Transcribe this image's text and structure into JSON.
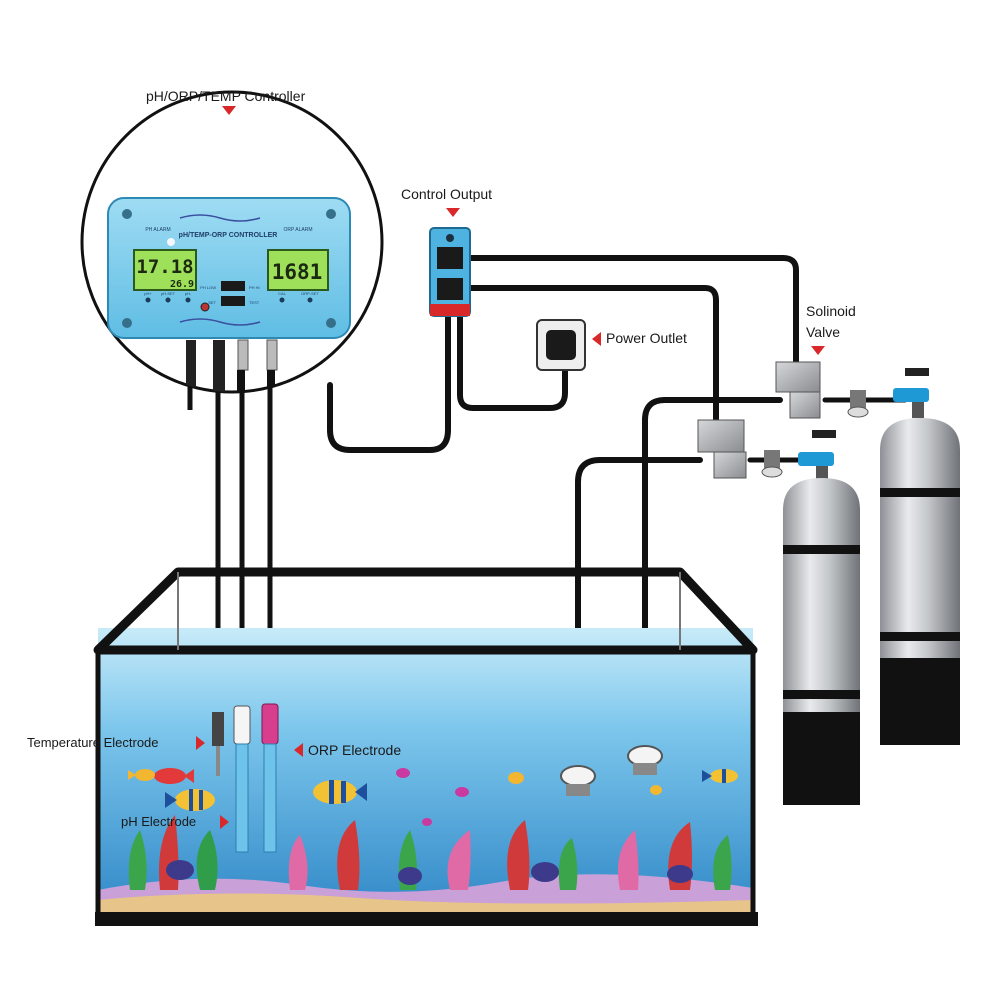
{
  "labels": {
    "controller": "pH/ORP/TEMP Controller",
    "control_output": "Control Output",
    "power_outlet": "Power Outlet",
    "solenoid_valve_line1": "Solinoid",
    "solenoid_valve_line2": "Valve",
    "temperature_electrode": "Temperature Electrode",
    "orp_electrode": "ORP Electrode",
    "ph_electrode": "pH Electrode"
  },
  "controller_panel": {
    "title": "pH/TEMP-ORP CONTROLLER",
    "ph_alarm": "PH ALARM",
    "orp_alarm": "ORP ALARM",
    "ph_reading": "17.18",
    "temp_reading": "26.9",
    "orp_reading": "1681",
    "btn_ph_cal": "pH+",
    "btn_ph_set": "pH-SET",
    "btn_ph_minus": "pH-",
    "switch_top_left": "PH LOW",
    "switch_top_right": "PH HI",
    "switch_bottom_left": "SET",
    "switch_bottom_right": "TEST",
    "orp_cal": "CAL",
    "orp_set": "ORP-SET"
  },
  "colors": {
    "controller_body": "#7fd0ee",
    "lcd": "#9ee05a",
    "indicator_red": "#d8282a",
    "water_top": "#bfe6f7",
    "water_bottom": "#2f8fcb",
    "valve_knob": "#1f98d6",
    "cylinder_silver": "#b9bcc0"
  }
}
